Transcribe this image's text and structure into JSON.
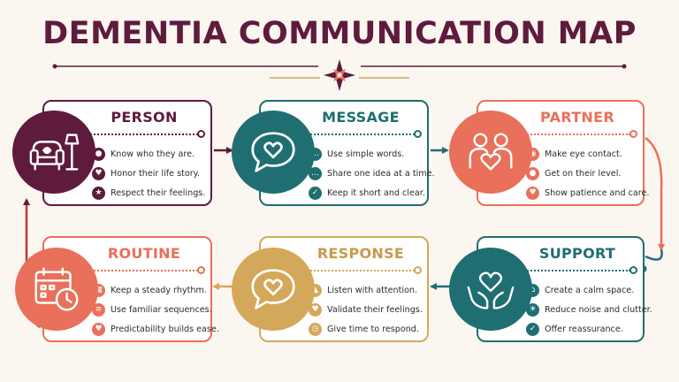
{
  "title": "DEMENTIA COMMUNICATION MAP",
  "colors": {
    "plum": "#5e1b3c",
    "teal": "#1f6e72",
    "coral": "#e9705a",
    "mustard": "#d4a85a",
    "background": "#fbf6ef"
  },
  "cards": {
    "person": {
      "title": "PERSON",
      "icon": "armchair-lamp-icon",
      "items": [
        {
          "icon": "person-icon",
          "text": "Know who they are."
        },
        {
          "icon": "heart-icon",
          "text": "Honor their life story."
        },
        {
          "icon": "star-icon",
          "text": "Respect their feelings."
        }
      ]
    },
    "message": {
      "title": "MESSAGE",
      "icon": "speech-bubble-heart-icon",
      "items": [
        {
          "icon": "chat-icon",
          "text": "Use simple words."
        },
        {
          "icon": "chat-icon",
          "text": "Share one idea at a time."
        },
        {
          "icon": "check-icon",
          "text": "Keep it short and clear."
        }
      ]
    },
    "partner": {
      "title": "PARTNER",
      "icon": "two-people-heart-icon",
      "items": [
        {
          "icon": "eye-icon",
          "text": "Make eye contact."
        },
        {
          "icon": "person-icon",
          "text": "Get on their level."
        },
        {
          "icon": "heart-icon",
          "text": "Show patience and care."
        }
      ]
    },
    "routine": {
      "title": "ROUTINE",
      "icon": "calendar-clock-icon",
      "items": [
        {
          "icon": "calendar-icon",
          "text": "Keep a steady rhythm."
        },
        {
          "icon": "list-icon",
          "text": "Use familiar sequences."
        },
        {
          "icon": "heart-icon",
          "text": "Predictability builds ease."
        }
      ]
    },
    "response": {
      "title": "RESPONSE",
      "icon": "speech-bubble-heart-icon",
      "items": [
        {
          "icon": "thumbs-up-icon",
          "text": "Listen with attention."
        },
        {
          "icon": "heart-icon",
          "text": "Validate their feelings."
        },
        {
          "icon": "clock-icon",
          "text": "Give time to respond."
        }
      ]
    },
    "support": {
      "title": "SUPPORT",
      "icon": "hands-heart-icon",
      "items": [
        {
          "icon": "home-icon",
          "text": "Create a calm space."
        },
        {
          "icon": "sun-icon",
          "text": "Reduce noise and clutter."
        },
        {
          "icon": "shield-icon",
          "text": "Offer reassurance."
        }
      ]
    }
  }
}
